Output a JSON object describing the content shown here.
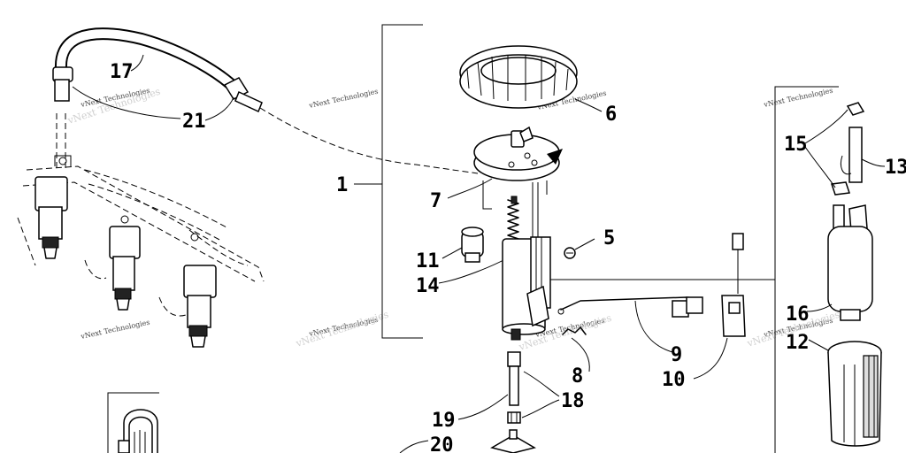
{
  "callouts": [
    {
      "id": "1",
      "label": "1"
    },
    {
      "id": "5",
      "label": "5"
    },
    {
      "id": "6",
      "label": "6"
    },
    {
      "id": "7",
      "label": "7"
    },
    {
      "id": "8",
      "label": "8"
    },
    {
      "id": "9",
      "label": "9"
    },
    {
      "id": "10",
      "label": "10"
    },
    {
      "id": "11",
      "label": "11"
    },
    {
      "id": "12",
      "label": "12"
    },
    {
      "id": "13",
      "label": "13"
    },
    {
      "id": "14",
      "label": "14"
    },
    {
      "id": "15",
      "label": "15"
    },
    {
      "id": "16",
      "label": "16"
    },
    {
      "id": "17",
      "label": "17"
    },
    {
      "id": "18",
      "label": "18"
    },
    {
      "id": "19",
      "label": "19"
    },
    {
      "id": "20",
      "label": "20"
    },
    {
      "id": "21",
      "label": "21"
    }
  ],
  "watermark": {
    "text": "vNext Technologies"
  }
}
